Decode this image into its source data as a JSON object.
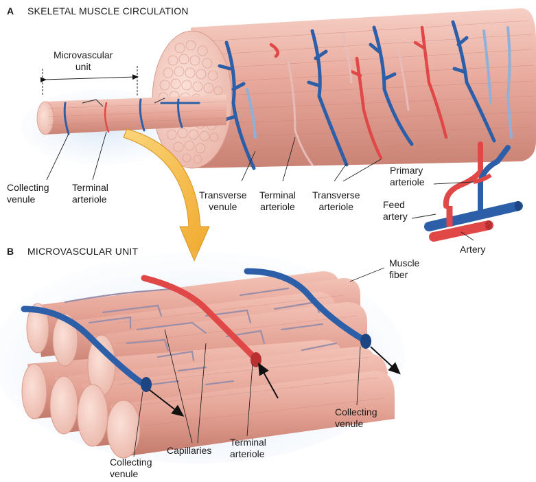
{
  "panel_a": {
    "letter": "A",
    "title": "SKELETAL MUSCLE CIRCULATION",
    "labels": {
      "microvascular_unit": "Microvascular\nunit",
      "collecting_venule": "Collecting\nvenule",
      "terminal_arteriole": "Terminal\narteriole",
      "transverse_venule": "Transverse\nvenule",
      "terminal_arteriole_2": "Terminal\narteriole",
      "transverse_arteriole": "Transverse\narteriole",
      "primary_arteriole": "Primary\narteriole",
      "feed_artery": "Feed\nartery",
      "artery": "Artery"
    }
  },
  "panel_b": {
    "letter": "B",
    "title": "MICROVASCULAR UNIT",
    "labels": {
      "muscle_fiber": "Muscle\nfiber",
      "collecting_venule_right": "Collecting\nvenule",
      "collecting_venule_left": "Collecting\nvenule",
      "capillaries": "Capillaries",
      "terminal_arteriole": "Terminal\narteriole"
    }
  },
  "colors": {
    "muscle": "#e8a99c",
    "muscle_dark": "#c97f72",
    "vein": "#2d5fa8",
    "artery": "#e04848",
    "capillary": "#9a8ea8",
    "glow": "#cfe0f5",
    "arrow": "#f5b942"
  }
}
